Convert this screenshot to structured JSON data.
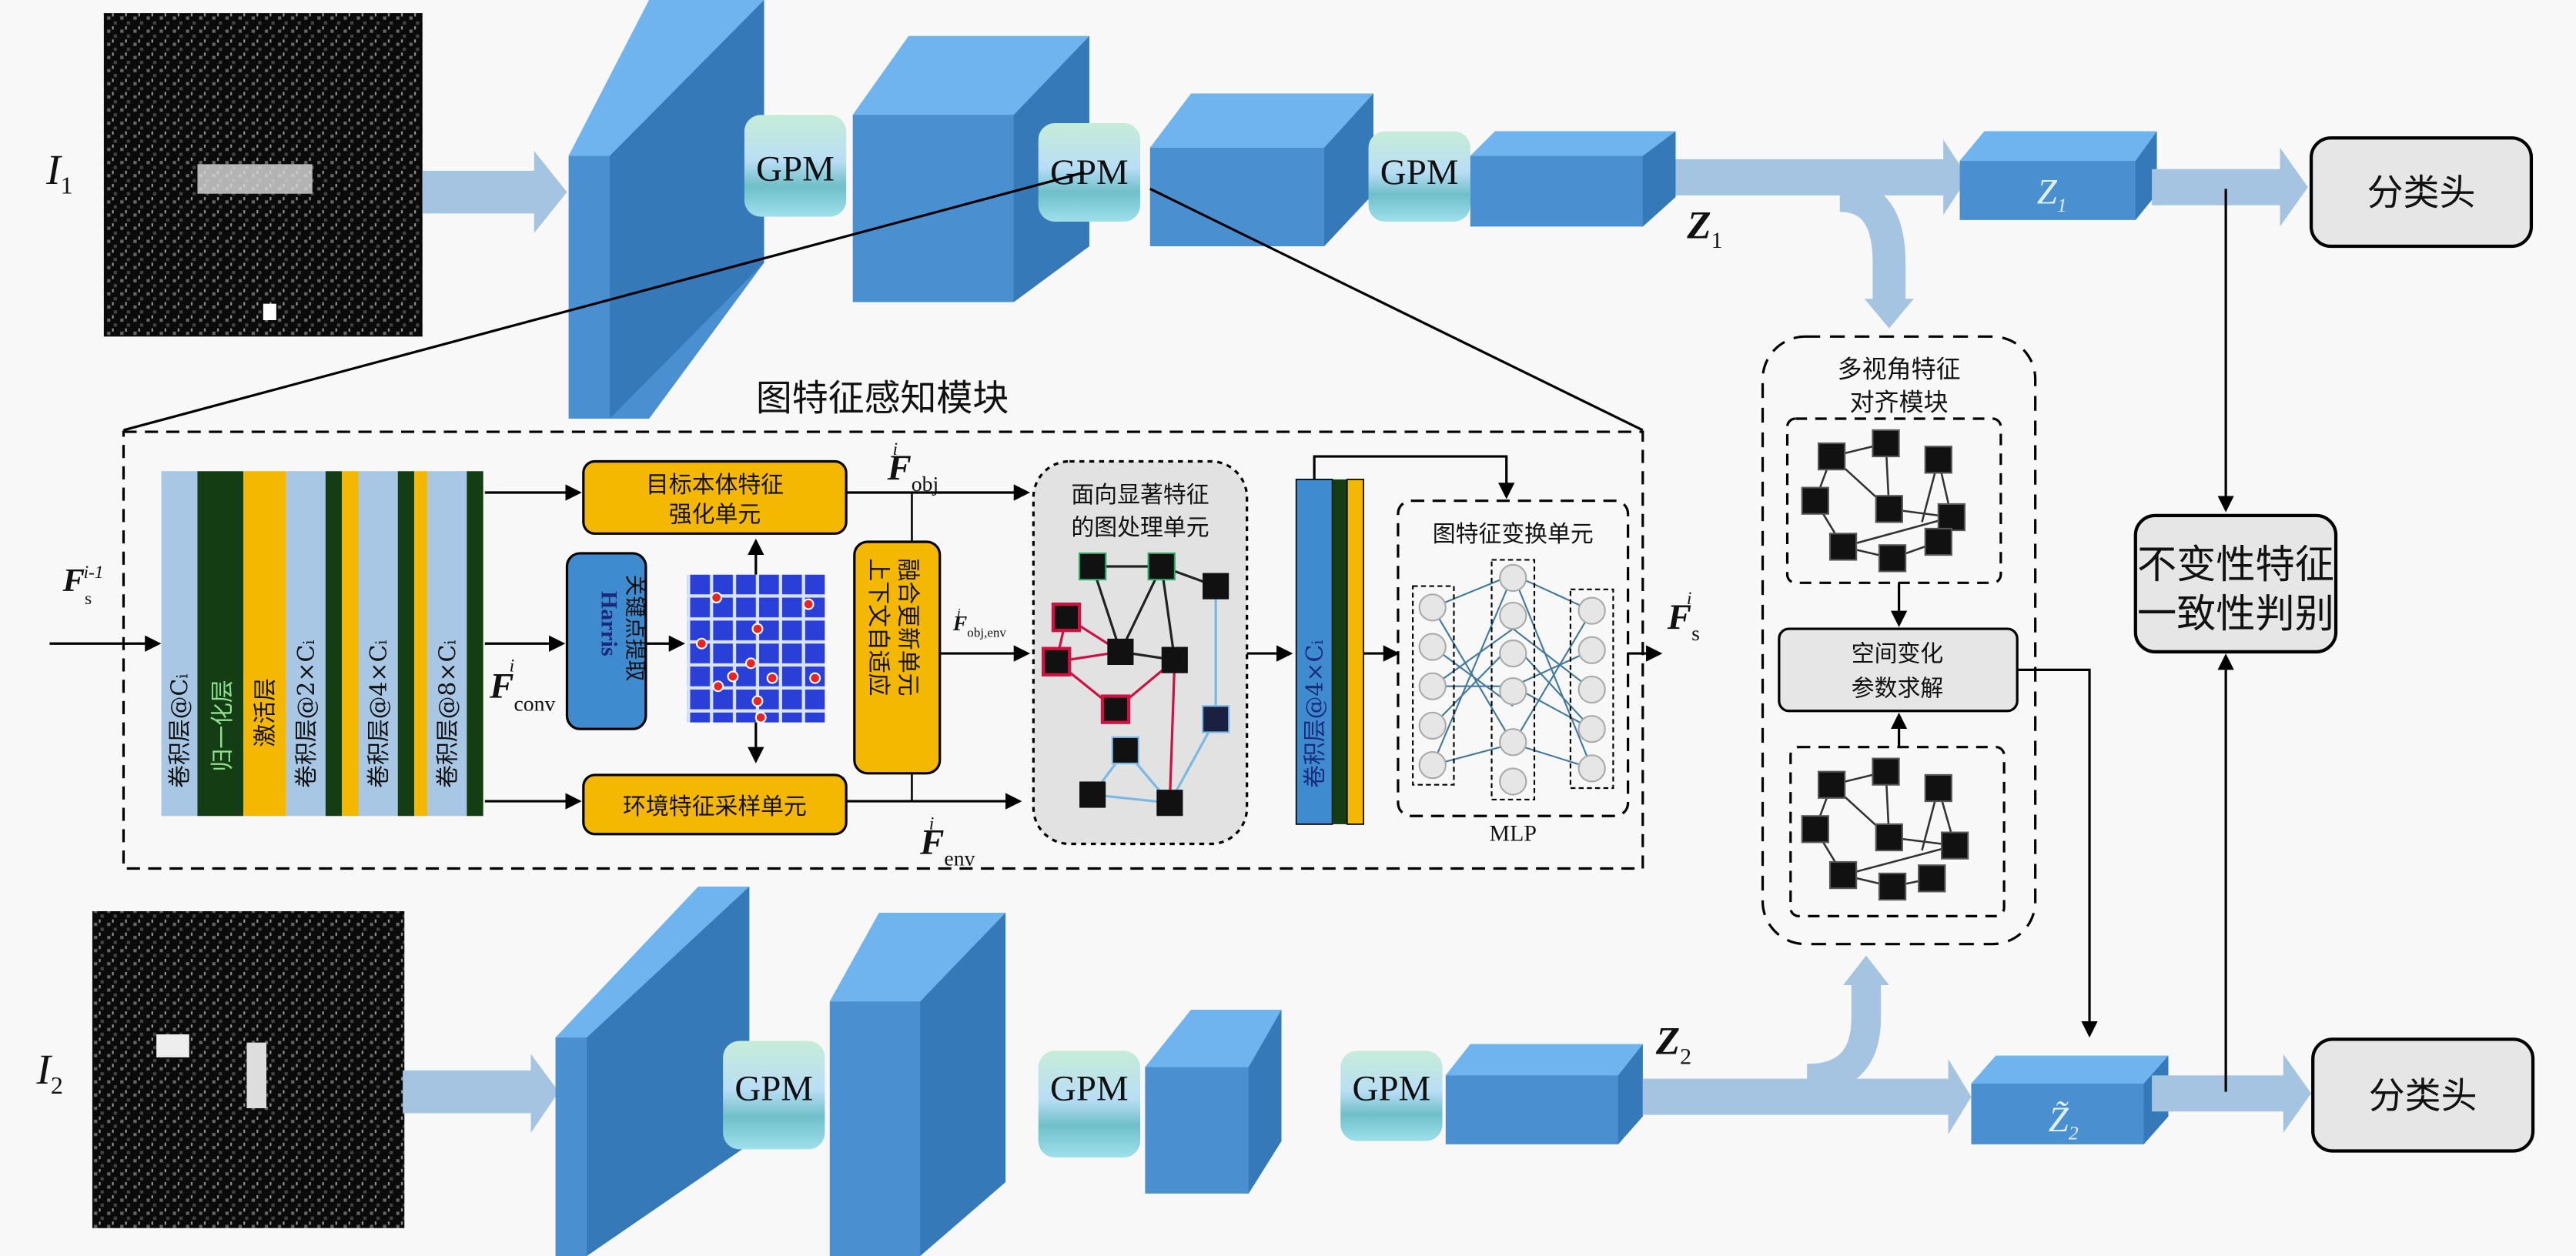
{
  "inputs": {
    "i1": {
      "label": "I",
      "sub": "1"
    },
    "i2": {
      "label": "I",
      "sub": "2"
    }
  },
  "gpm_label": "GPM",
  "outputs": {
    "z1": {
      "label": "Z",
      "sub": "1"
    },
    "z2": {
      "label": "Z",
      "sub": "2"
    },
    "z1_box": {
      "label": "Z",
      "sub": "1"
    },
    "z2_box": {
      "label": "Z̃",
      "sub": "2"
    }
  },
  "classifier_head": "分类头",
  "consistency": {
    "line1": "不变性特征",
    "line2": "一致性判别"
  },
  "alignment_module": {
    "title_line1": "多视角特征",
    "title_line2": "对齐模块",
    "solver_line1": "空间变化",
    "solver_line2": "参数求解"
  },
  "graph_module": {
    "title": "图特征感知模块",
    "input_label": {
      "main": "F",
      "sub": "s",
      "sup": "i-1"
    },
    "output_label": {
      "main": "F",
      "sub": "s",
      "sup": "i"
    },
    "conv_label": {
      "main": "F",
      "sub": "conv",
      "sup": "i"
    },
    "obj_label": {
      "main": "F",
      "sub": "obj",
      "sup": "i"
    },
    "env_label": {
      "main": "F",
      "sub": "env",
      "sup": "i"
    },
    "objenv_label": {
      "main": "F",
      "sub": "obj,env",
      "sup": "i"
    },
    "layers": [
      {
        "label": "卷积层@C",
        "sub": "i",
        "color": "#a7c7e4"
      },
      {
        "label": "归一化层",
        "color": "#143d14"
      },
      {
        "label": "激活层",
        "color": "#f5b800"
      },
      {
        "label": "卷积层@2×C",
        "sub": "i",
        "color": "#a7c7e4"
      },
      {
        "label": "卷积层@4×C",
        "sub": "i",
        "color": "#a7c7e4"
      },
      {
        "label": "卷积层@8×C",
        "sub": "i",
        "color": "#a7c7e4"
      }
    ],
    "harris_line1": "Harris",
    "harris_line2": "关键点提取",
    "object_unit_line1": "目标本体特征",
    "object_unit_line2": "强化单元",
    "env_unit": "环境特征采样单元",
    "fusion_line1": "上下文自适应",
    "fusion_line2": "融合更新单元",
    "graph_unit_line1": "面向显著特征",
    "graph_unit_line2": "的图处理单元",
    "conv_out_label": "卷积层@4×C",
    "conv_out_sub": "i",
    "transform_unit": "图特征变换单元",
    "mlp_label": "MLP"
  },
  "colors": {
    "block_front": "#4a8fd0",
    "block_top": "#6fb4ee",
    "block_side": "#3579b8",
    "flow_arrow": "#a4c4e2",
    "unit_yellow": "#f5b800",
    "gray_box": "#e6e6e6"
  }
}
